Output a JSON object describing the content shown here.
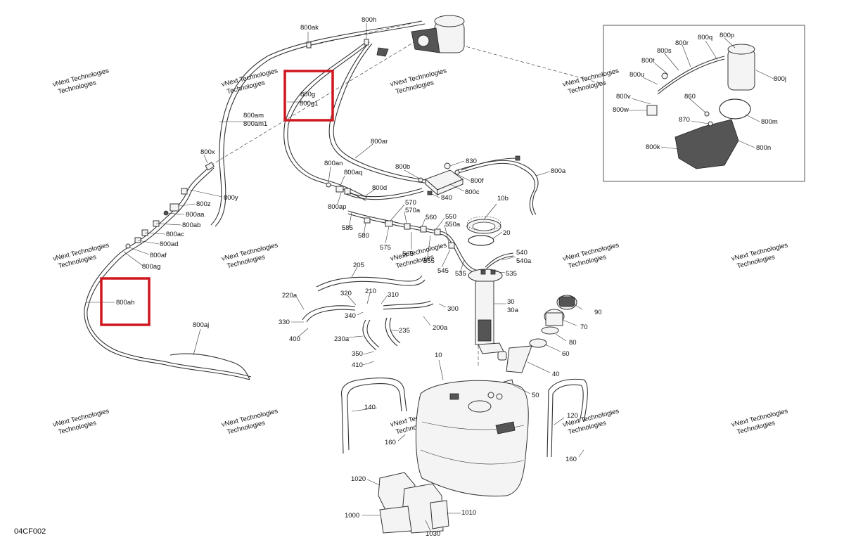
{
  "diagram_id": "04CF002",
  "watermark": "vNext Technologies",
  "highlighted_labels": [
    "800g",
    "800g1",
    "800ah"
  ],
  "labels": {
    "l800ak": "800ak",
    "l800h": "800h",
    "l800g": "800g",
    "l800g1": "800g1",
    "l800am": "800am",
    "l800am1": "800am1",
    "l800x": "800x",
    "l800y": "800y",
    "l800z": "800z",
    "l800aa": "800aa",
    "l800ab": "800ab",
    "l800ac": "800ac",
    "l800ad": "800ad",
    "l800af": "800af",
    "l800ag": "800ag",
    "l800ah": "800ah",
    "l800aj": "800aj",
    "l800an": "800an",
    "l800aq": "800aq",
    "l800ap": "800ap",
    "l800ar": "800ar",
    "l800d": "800d",
    "l800b": "800b",
    "l830": "830",
    "l800f": "800f",
    "l800c": "800c",
    "l840": "840",
    "l800a": "800a",
    "l570": "570",
    "l570a": "570a",
    "l560": "560",
    "l550": "550",
    "l550a": "550a",
    "l585": "585",
    "l580": "580",
    "l575": "575",
    "l565": "565",
    "l555": "555",
    "l545": "545",
    "l535": "535",
    "l10b": "10b",
    "l20": "20",
    "l540": "540",
    "l540a": "540a",
    "l535b": "535",
    "l205": "205",
    "l220a": "220a",
    "l320": "320",
    "l210": "210",
    "l310": "310",
    "l330": "330",
    "l340": "340",
    "l300": "300",
    "l400": "400",
    "l235": "235",
    "l200a": "200a",
    "l230a": "230a",
    "l350": "350",
    "l410": "410",
    "l30": "30",
    "l30a": "30a",
    "l90": "90",
    "l70": "70",
    "l80": "80",
    "l60": "60",
    "l40": "40",
    "l50": "50",
    "l10": "10",
    "l140": "140",
    "l120": "120",
    "l160a": "160",
    "l160b": "160",
    "l1020": "1020",
    "l1000": "1000",
    "l1010": "1010",
    "l1030": "1030",
    "l800q": "800q",
    "l800p": "800p",
    "l800r": "800r",
    "l800s": "800s",
    "l800t": "800t",
    "l800u": "800u",
    "l800j": "800j",
    "l800v": "800v",
    "l860": "860",
    "l800w": "800w",
    "l870": "870",
    "l800m": "800m",
    "l800k": "800k",
    "l800n": "800n"
  }
}
